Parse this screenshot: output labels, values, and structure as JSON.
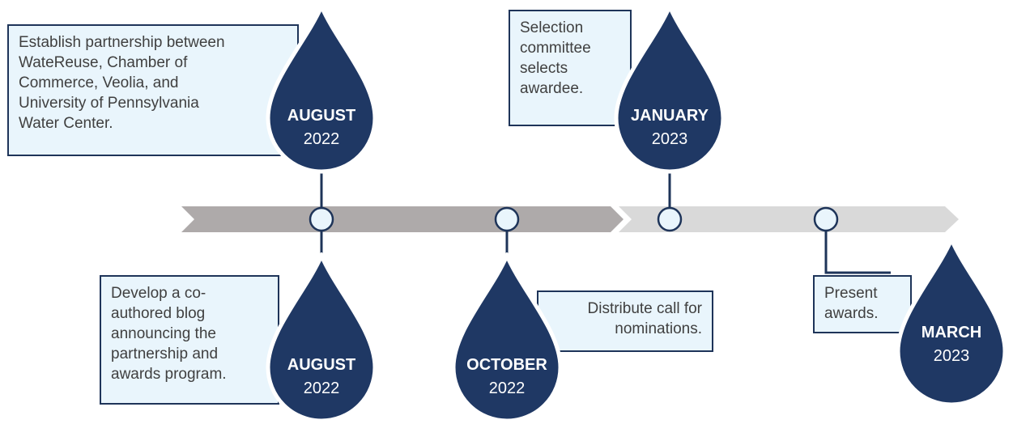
{
  "colors": {
    "drop_fill": "#1f3864",
    "arrow_dark": "#aeaaaa",
    "arrow_light": "#d9d9d9",
    "node_fill": "#e9f5fc",
    "node_stroke": "#1e3459",
    "note_bg": "#e9f5fc",
    "note_border": "#1e3459"
  },
  "milestones": [
    {
      "month": "AUGUST",
      "year": "2022",
      "text": "Establish partnership between\nWateReuse, Chamber of\nCommerce, Veolia, and\nUniversity of Pennsylvania\nWater Center."
    },
    {
      "month": "AUGUST",
      "year": "2022",
      "text": "Develop a co-\nauthored blog\nannouncing the\npartnership and\nawards program."
    },
    {
      "month": "OCTOBER",
      "year": "2022",
      "text": "Distribute call for\nnominations."
    },
    {
      "month": "JANUARY",
      "year": "2023",
      "text": "Selection\ncommittee\nselects\nawardee."
    },
    {
      "month": "MARCH",
      "year": "2023",
      "text": "Present\nawards."
    }
  ]
}
